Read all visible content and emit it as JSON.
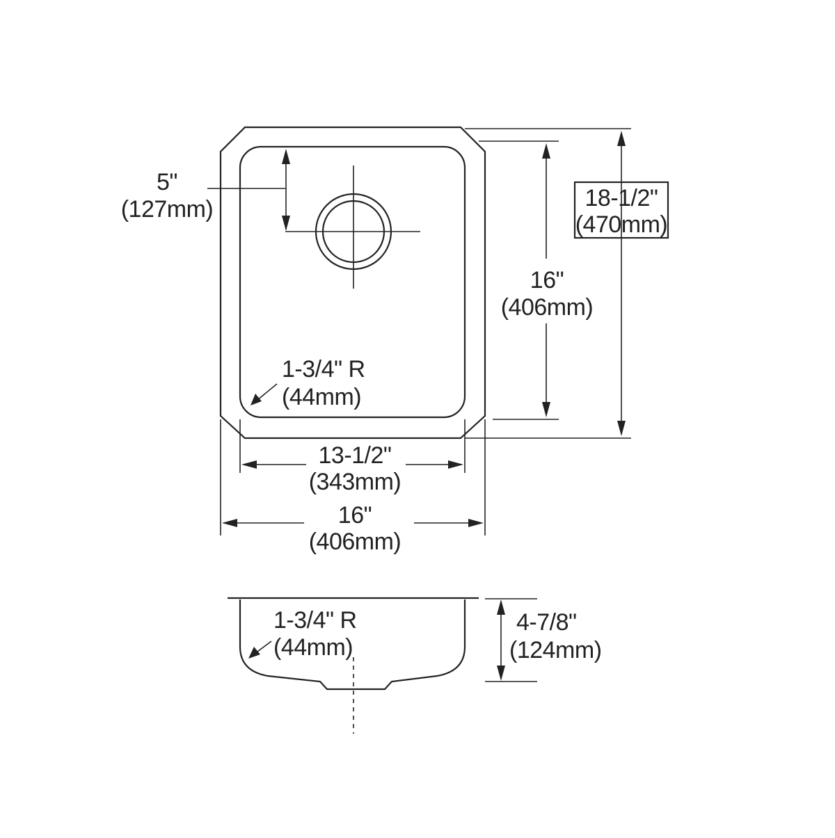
{
  "top_view": {
    "drain_offset": {
      "imperial": "5\"",
      "metric": "(127mm)"
    },
    "inner_length": {
      "imperial": "16\"",
      "metric": "(406mm)"
    },
    "overall_length": {
      "imperial": "18-1/2\"",
      "metric": "(470mm)"
    },
    "corner_radius": {
      "imperial": "1-3/4\" R",
      "metric": "(44mm)"
    },
    "inner_width": {
      "imperial": "13-1/2\"",
      "metric": "(343mm)"
    },
    "overall_width": {
      "imperial": "16\"",
      "metric": "(406mm)"
    }
  },
  "side_view": {
    "corner_radius": {
      "imperial": "1-3/4\" R",
      "metric": "(44mm)"
    },
    "depth": {
      "imperial": "4-7/8\"",
      "metric": "(124mm)"
    }
  },
  "colors": {
    "line": "#222222",
    "background": "#ffffff"
  }
}
